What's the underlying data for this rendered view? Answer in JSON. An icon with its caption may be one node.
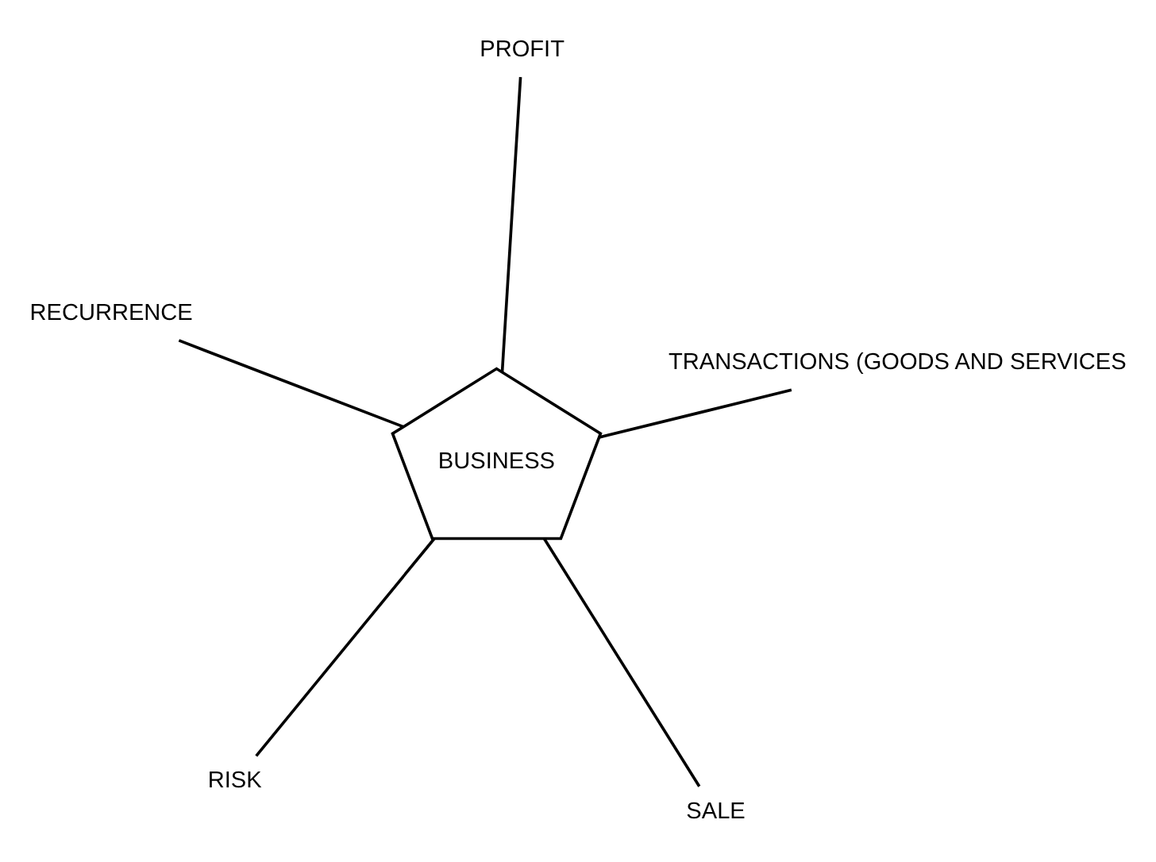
{
  "diagram": {
    "nodes": [
      {
        "text": [
          "BUSINESS"
        ]
      },
      {
        "text": [
          "SALE"
        ]
      },
      {
        "text": [
          "TRANSACTIONS (GOODS AND SERVICES"
        ]
      },
      {
        "text": [
          "RECURRENCE"
        ]
      },
      {
        "text": [
          "PROFIT"
        ]
      },
      {
        "text": [
          "RISK"
        ]
      }
    ],
    "edges": [
      {
        "from": 0,
        "to": 1,
        "arrow": "none"
      },
      {
        "from": 0,
        "to": 2,
        "arrow": "none"
      },
      {
        "from": 0,
        "to": 3,
        "arrow": "none"
      },
      {
        "from": 0,
        "to": 4,
        "arrow": "none"
      },
      {
        "from": 0,
        "to": 5,
        "arrow": "none"
      }
    ]
  }
}
